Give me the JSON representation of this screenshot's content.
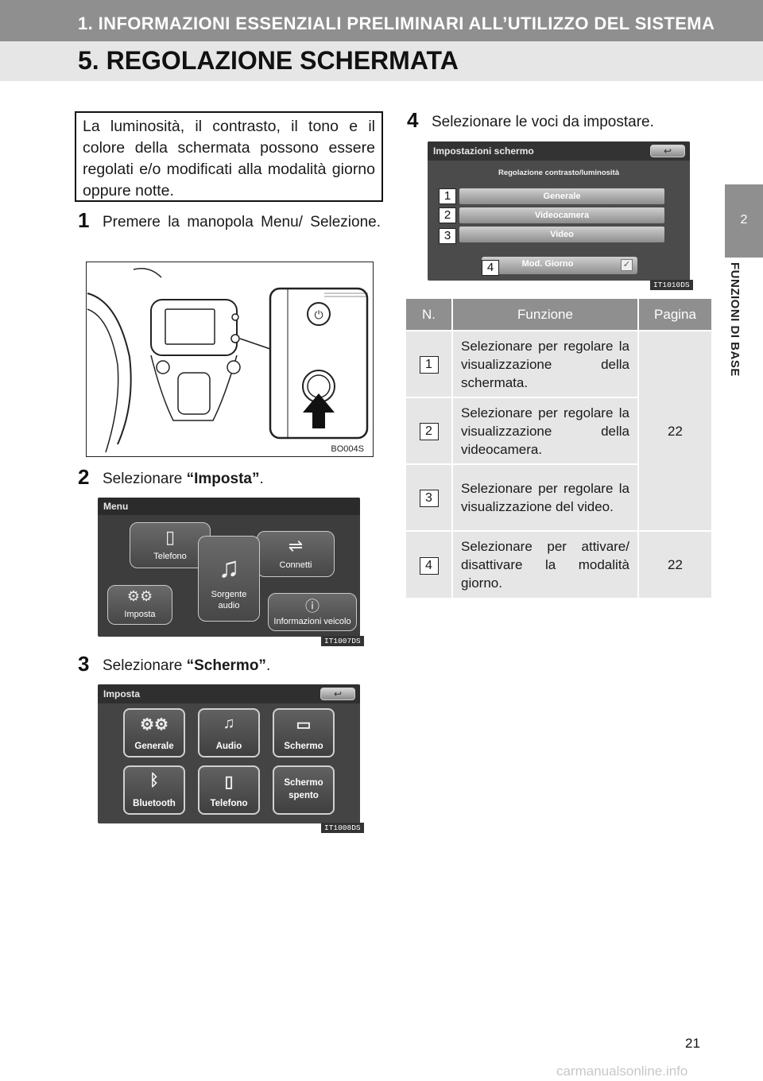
{
  "header": {
    "section": "1. INFORMAZIONI ESSENZIALI PRELIMINARI ALL’UTILIZZO DEL SISTEMA",
    "title": "5. REGOLAZIONE SCHERMATA"
  },
  "side": {
    "tab_number": "2",
    "label": "FUNZIONI DI BASE"
  },
  "intro": "La luminosità, il contrasto, il tono e il colore della schermata possono essere regolati e/o modificati alla modalità giorno oppure notte.",
  "steps": [
    {
      "num": "1",
      "text": "Premere la manopola Menu/ Selezione."
    },
    {
      "num": "2",
      "text_before": "Selezionare ",
      "bold": "“Imposta”",
      "text_after": "."
    },
    {
      "num": "3",
      "text_before": "Selezionare ",
      "bold": "“Schermo”",
      "text_after": "."
    },
    {
      "num": "4",
      "text": "Selezionare le voci da impostare."
    }
  ],
  "figures": {
    "dash_code": "BO004S",
    "menu": {
      "code": "IT1007DS",
      "title": "Menu",
      "items": [
        "Telefono",
        "Connetti",
        "Sorgente audio",
        "Imposta",
        "Informazioni veicolo"
      ]
    },
    "settings": {
      "code": "IT1008DS",
      "title": "Imposta",
      "items": [
        "Generale",
        "Audio",
        "Schermo",
        "Bluetooth",
        "Telefono",
        "Schermo spento"
      ]
    },
    "screen_settings": {
      "code": "IT1010DS",
      "title": "Impostazioni schermo",
      "subtitle": "Regolazione contrasto/luminosità",
      "items": [
        "Generale",
        "Videocamera",
        "Video",
        "Mod. Giorno"
      ],
      "badges": [
        "1",
        "2",
        "3",
        "4"
      ]
    }
  },
  "table": {
    "headers": [
      "N.",
      "Funzione",
      "Pagina"
    ],
    "rows": [
      {
        "n": "1",
        "func": "Selezionare per regolare la visualizzazione della schermata.",
        "page": "22"
      },
      {
        "n": "2",
        "func": "Selezionare per regolare la visualizzazione della videocamera.",
        "page": ""
      },
      {
        "n": "3",
        "func": "Selezionare per regolare la visualizzazione del video.",
        "page": ""
      },
      {
        "n": "4",
        "func": "Selezionare per attivare/ disattivare la modalità giorno.",
        "page": "22"
      }
    ]
  },
  "footer": {
    "page": "21",
    "watermark": "carmanualsonline.info"
  }
}
